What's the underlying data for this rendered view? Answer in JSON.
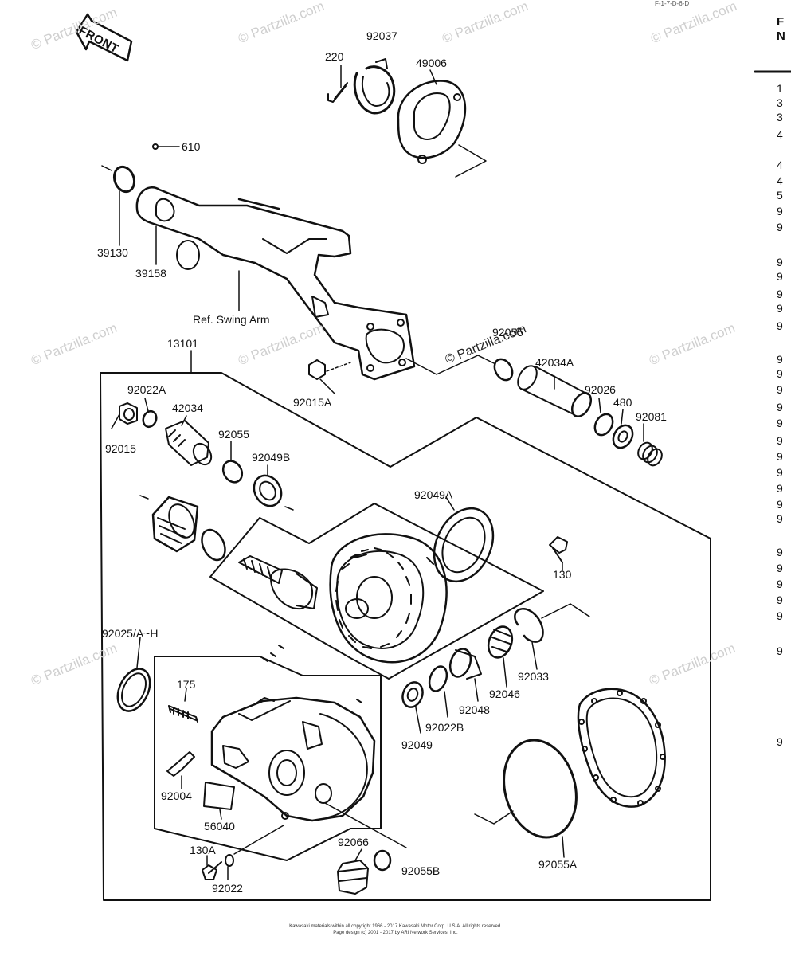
{
  "front_label": "FRONT",
  "top_ref": "F-1-7-D-6-D",
  "watermark": "© Partzilla.com",
  "labels": {
    "p220": "220",
    "p92037": "92037",
    "p49006": "49006",
    "p610": "610",
    "p39130": "39130",
    "p39158": "39158",
    "ref_swing_arm": "Ref. Swing Arm",
    "p13101": "13101",
    "p92055_a": "92055",
    "p42034A": "42034A",
    "p92026": "92026",
    "p480": "480",
    "p92081": "92081",
    "p92015A": "92015A",
    "p92022A": "92022A",
    "p42034": "42034",
    "p92015": "92015",
    "p92055_b": "92055",
    "p92049B": "92049B",
    "p92049A": "92049A",
    "p130": "130",
    "p92025": "92025/A~H",
    "p175": "175",
    "p92033": "92033",
    "p92046": "92046",
    "p92048": "92048",
    "p92022B": "92022B",
    "p92049": "92049",
    "p92004": "92004",
    "p56040": "56040",
    "p130A": "130A",
    "p92022": "92022",
    "p92066": "92066",
    "p92055B": "92055B",
    "p92055A": "92055A"
  },
  "side_column": {
    "header_lines": [
      "F",
      "N"
    ],
    "items": [
      "1",
      "3",
      "3",
      "4",
      "4",
      "4",
      "5",
      "9",
      "9",
      "9",
      "9",
      "9",
      "9",
      "9",
      "9",
      "9",
      "9",
      "9",
      "9",
      "9",
      "9",
      "9",
      "9",
      "9",
      "9",
      "9",
      "9",
      "9",
      "9",
      "9",
      "9",
      "9"
    ]
  },
  "footer_lines": [
    "Kawasaki materials within all copyright 1966 - 2017 Kawasaki Motor Corp. U.S.A. All rights reserved.",
    "Page design (c) 2001 - 2017 by ARI Network Services, Inc."
  ]
}
